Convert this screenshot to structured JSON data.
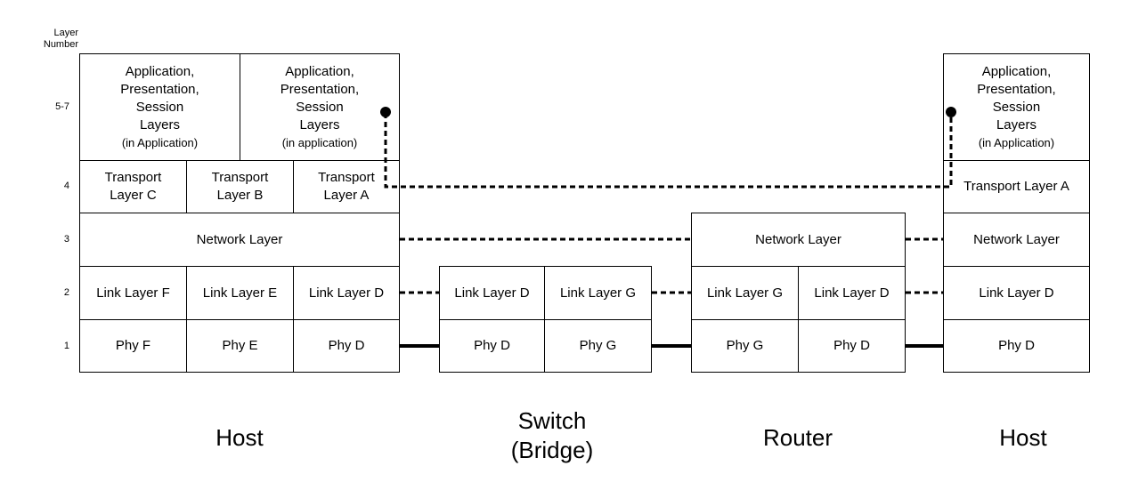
{
  "axis_title": "Layer\nNumber",
  "row_numbers": {
    "r57": "5-7",
    "r4": "4",
    "r3": "3",
    "r2": "2",
    "r1": "1"
  },
  "host_left": {
    "app_c": {
      "main": "Application,\nPresentation,\nSession\nLayers",
      "sub": "(in Application)"
    },
    "app_a": {
      "main": "Application,\nPresentation,\nSession\nLayers",
      "sub": "(in application)"
    },
    "transport_c": "Transport\nLayer C",
    "transport_b": "Transport\nLayer B",
    "transport_a": "Transport\nLayer A",
    "network": "Network Layer",
    "link_f": "Link Layer F",
    "link_e": "Link Layer E",
    "link_d": "Link Layer D",
    "phy_f": "Phy F",
    "phy_e": "Phy E",
    "phy_d": "Phy D"
  },
  "switch": {
    "link_d": "Link Layer D",
    "link_g": "Link Layer G",
    "phy_d": "Phy D",
    "phy_g": "Phy G"
  },
  "router": {
    "network": "Network Layer",
    "link_g": "Link Layer G",
    "link_d": "Link Layer D",
    "phy_g": "Phy G",
    "phy_d": "Phy D"
  },
  "host_right": {
    "app": {
      "main": "Application,\nPresentation,\nSession\nLayers",
      "sub": "(in Application)"
    },
    "transport": "Transport Layer A",
    "network": "Network Layer",
    "link": "Link Layer D",
    "phy": "Phy D"
  },
  "device_labels": {
    "host_left": "Host",
    "switch": "Switch\n(Bridge)",
    "router": "Router",
    "host_right": "Host"
  }
}
